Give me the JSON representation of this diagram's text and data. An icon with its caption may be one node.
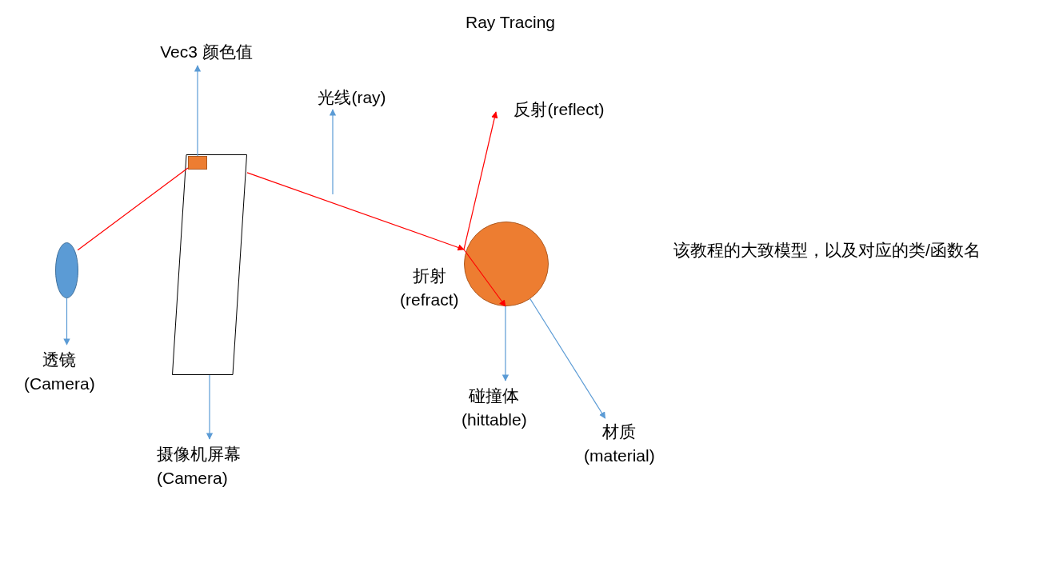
{
  "diagram": {
    "title": "Ray Tracing",
    "nodes": [
      {
        "text": [],
        "shape": "ellipse"
      },
      {
        "text": [],
        "shape": "box"
      },
      {
        "text": [],
        "shape": "box",
        "in": 1
      },
      {
        "text": [],
        "shape": "circle"
      },
      {
        "text": [
          "Vec3 颜色值"
        ]
      },
      {
        "text": [
          "光线(ray)"
        ]
      },
      {
        "text": [
          "反射(reflect)"
        ]
      },
      {
        "text": [
          "折射 (refract)"
        ]
      },
      {
        "text": [
          "透镜 (Camera)"
        ]
      },
      {
        "text": [
          "摄像机屏幕 (Camera)"
        ]
      },
      {
        "text": [
          "碰撞体 (hittable)"
        ]
      },
      {
        "text": [
          "材质 (material)"
        ]
      }
    ],
    "edges": [
      {
        "from": 0,
        "to": 2,
        "arrow": "none",
        "color": "#ff0000"
      },
      {
        "from": 1,
        "to": 3,
        "arrow": "to",
        "color": "#ff0000"
      },
      {
        "from": 3,
        "to": 6,
        "arrow": "to",
        "color": "#ff0000"
      },
      {
        "from": null,
        "to": 3,
        "arrow": "to",
        "color": "#ff0000"
      },
      {
        "from": 2,
        "to": 4,
        "arrow": "to"
      },
      {
        "from": null,
        "to": 5,
        "arrow": "to"
      },
      {
        "from": 0,
        "to": 8,
        "arrow": "to"
      },
      {
        "from": 1,
        "to": 9,
        "arrow": "to"
      },
      {
        "from": 3,
        "to": 10,
        "arrow": "to"
      },
      {
        "from": 3,
        "to": 11,
        "arrow": "to"
      }
    ],
    "labels": [
      "该教程的大致模型，以及对应的类/函数名"
    ]
  }
}
